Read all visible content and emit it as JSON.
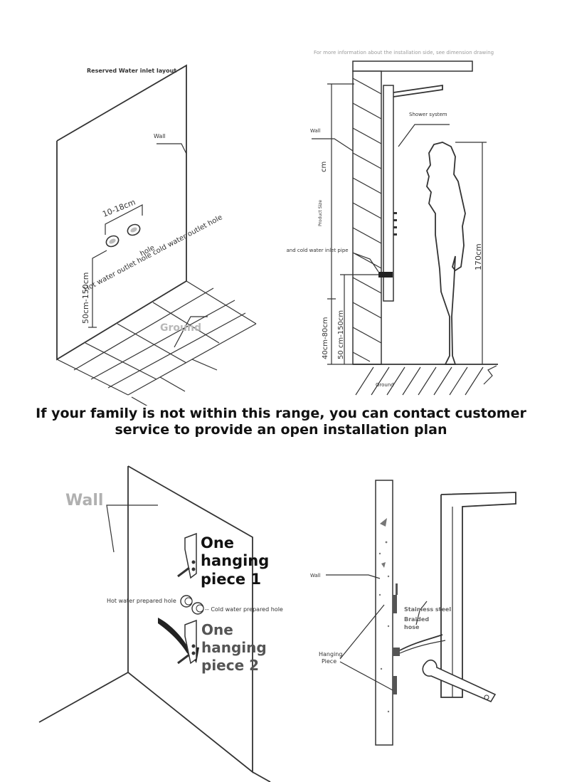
{
  "top_left": {
    "title": "Reserved Water inlet layout",
    "wall": "Wall",
    "spacing": "10-18cm",
    "outlets": "Hot water outlet hole cold water outlet hole",
    "height": "50cm-150cm",
    "ground": "Ground"
  },
  "top_right": {
    "note": "For more information about the installation side, see dimension drawing",
    "wall": "Wall",
    "shower_system": "Shower system",
    "unit": "cm",
    "product_size": "Product Size",
    "inlet_pipe": "Hot and cold water inlet pipe",
    "dim_low": "40cm-80cm",
    "dim_mid": "50 cm-150cm",
    "person_height": "170cm",
    "ground": "Ground"
  },
  "caption": {
    "line1": "If your family is not within this range, you can contact customer",
    "line2": "service to provide an open installation plan"
  },
  "bottom_left": {
    "wall": "Wall",
    "piece1_line1": "One",
    "piece1_line2": "hanging",
    "piece1_line3": "piece 1",
    "hot_hole": "Hot water prepared hole",
    "cold_hole": "-- Cold water prepared hole",
    "piece2_line1": "One",
    "piece2_line2": "hanging",
    "piece2_line3": "piece 2"
  },
  "bottom_right": {
    "wall": "Wall",
    "steel": "Stainless steel",
    "braided1": "Braided",
    "braided2": "hose",
    "hanging1": "Hanging",
    "hanging2": "Piece"
  }
}
